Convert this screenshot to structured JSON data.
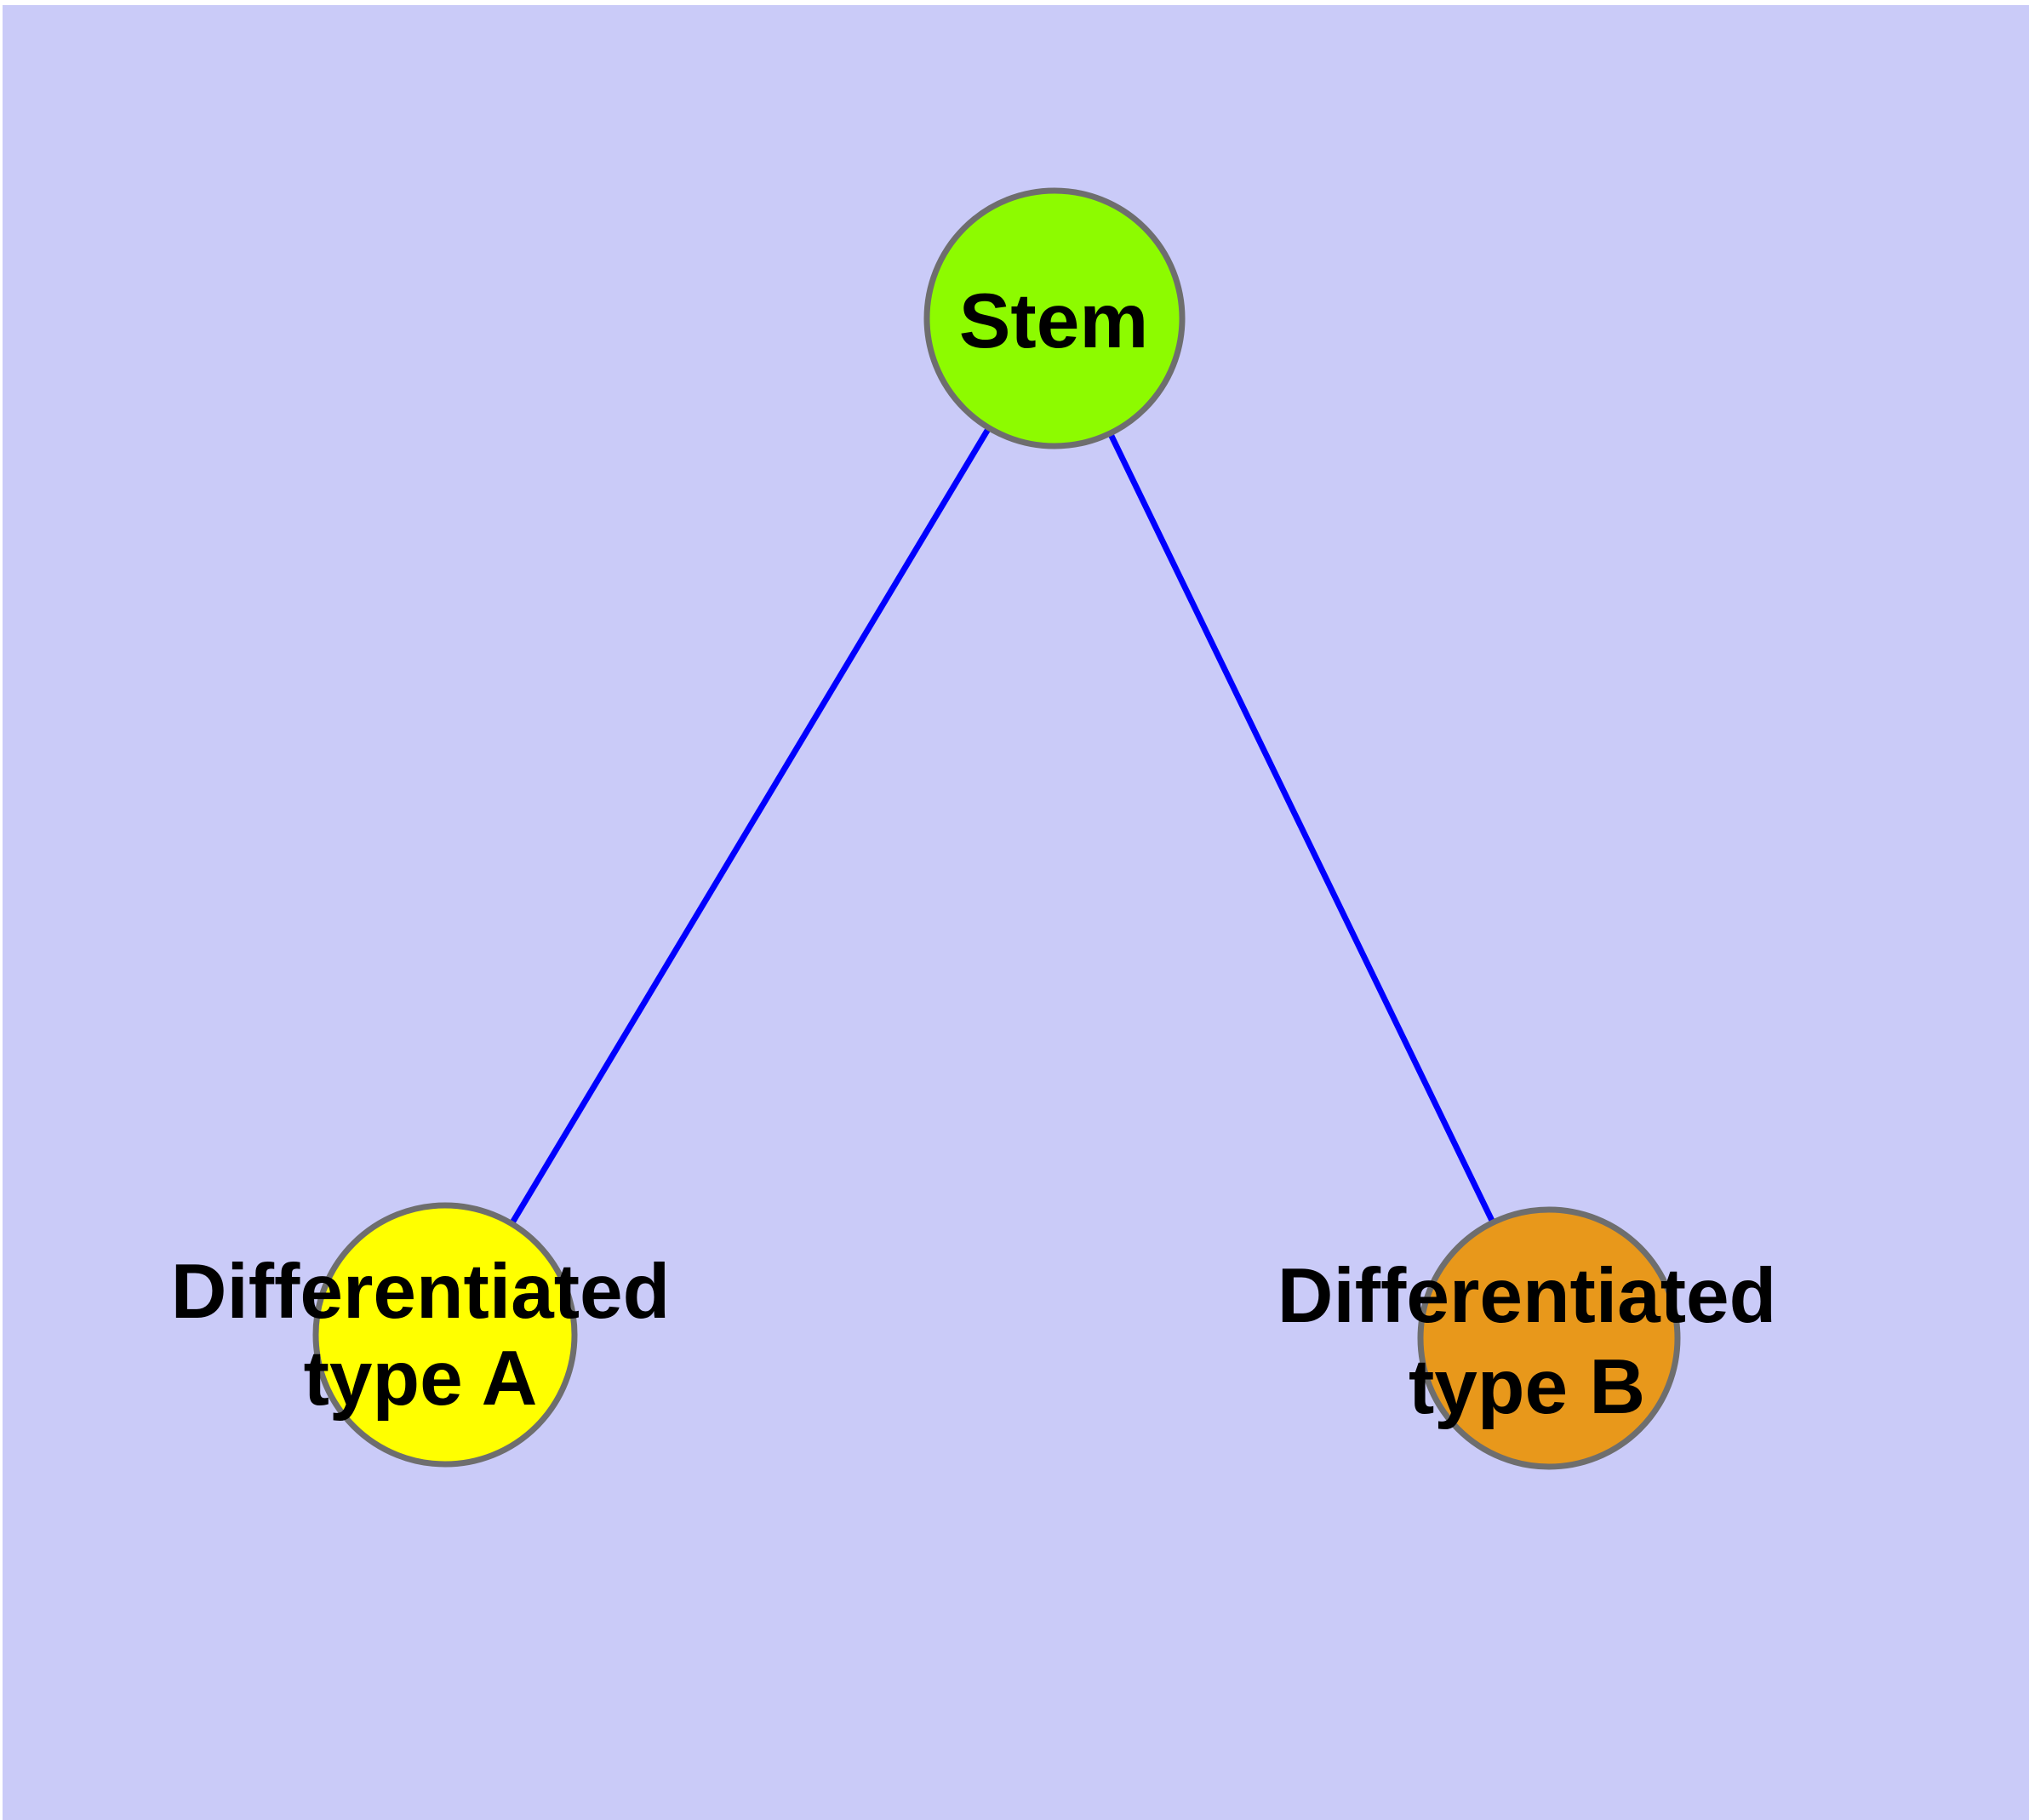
{
  "page": {
    "background_color": "#CACBF8",
    "margin_color": "#FFFFFF"
  },
  "graph": {
    "type": "node-link-diagram",
    "edge_color": "#0000FE",
    "node_border_color": "#6E6E6E",
    "label_color": "#000000",
    "nodes": [
      {
        "id": "stem",
        "label": "Stem",
        "fill": "#8DFB00"
      },
      {
        "id": "differentiated-type-a",
        "label_line1": "Differentiated",
        "label_line2": "type A",
        "fill": "#FFFF00"
      },
      {
        "id": "differentiated-type-b",
        "label_line1": "Differentiated",
        "label_line2": "type B",
        "fill": "#E8981B"
      }
    ],
    "edges": [
      {
        "from": "Stem",
        "to": "Differentiated type A"
      },
      {
        "from": "Stem",
        "to": "Differentiated type B"
      }
    ]
  }
}
